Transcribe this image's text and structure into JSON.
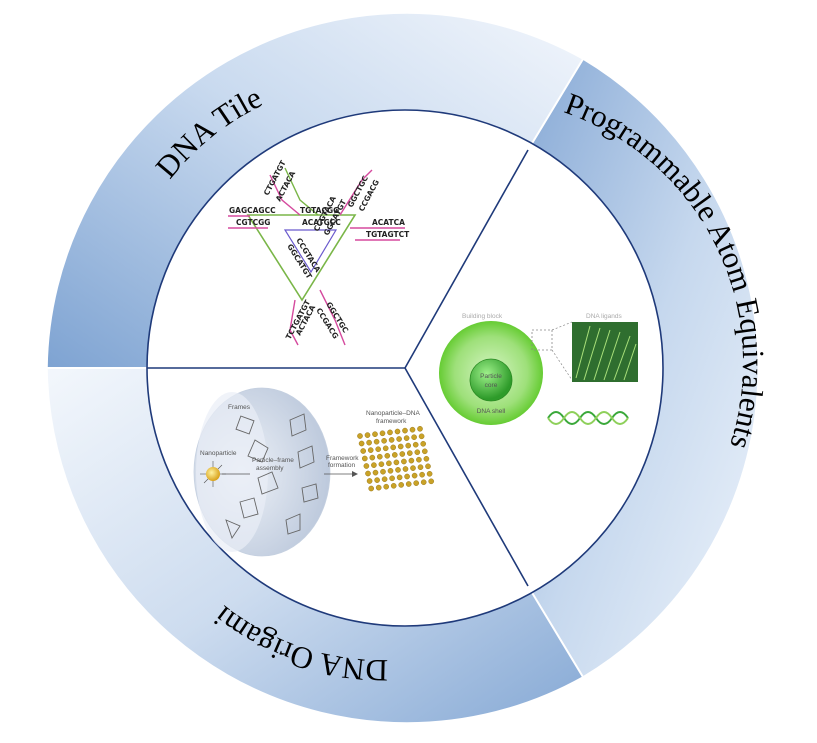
{
  "sectors": {
    "tile": {
      "title": "DNA Tile"
    },
    "pae": {
      "title": "Programmable Atom Equivalents"
    },
    "origami": {
      "title": "DNA Origami"
    }
  },
  "tile_diagram": {
    "sequences": [
      "CTGATGT",
      "ACTACA",
      "GAGCAGCC",
      "CGTCGG",
      "TGTACGG",
      "ACATGCC",
      "GGCTGC",
      "CCGACG",
      "ACATCA",
      "TGTAGTCT",
      "CCGTACA",
      "GGCATGT",
      "CCGTACA",
      "GGCATGT",
      "TCTGATGT",
      "ACTACA",
      "GGCTGC",
      "CCGACG"
    ]
  },
  "pae_diagram": {
    "building_block": "Building block",
    "dna_ligands": "DNA ligands",
    "particle_core_line1": "Particle",
    "particle_core_line2": "core",
    "dna_shell": "DNA shell"
  },
  "origami_diagram": {
    "frames": "Frames",
    "nanoparticle": "Nanoparticle",
    "assembly_line1": "Particle–frame",
    "assembly_line2": "assembly",
    "framework_title_line1": "Nanoparticle–DNA",
    "framework_title_line2": "framework",
    "formation_line1": "Framework",
    "formation_line2": "formation"
  },
  "colors": {
    "ring_dark": "#7ea3d2",
    "ring_light": "#f2f6fc",
    "divider": "#1f3a7a",
    "shell_green": "#66cc33",
    "strand_green": "#7ab648",
    "strand_pink": "#d54a9e",
    "gold": "#c9a227"
  }
}
